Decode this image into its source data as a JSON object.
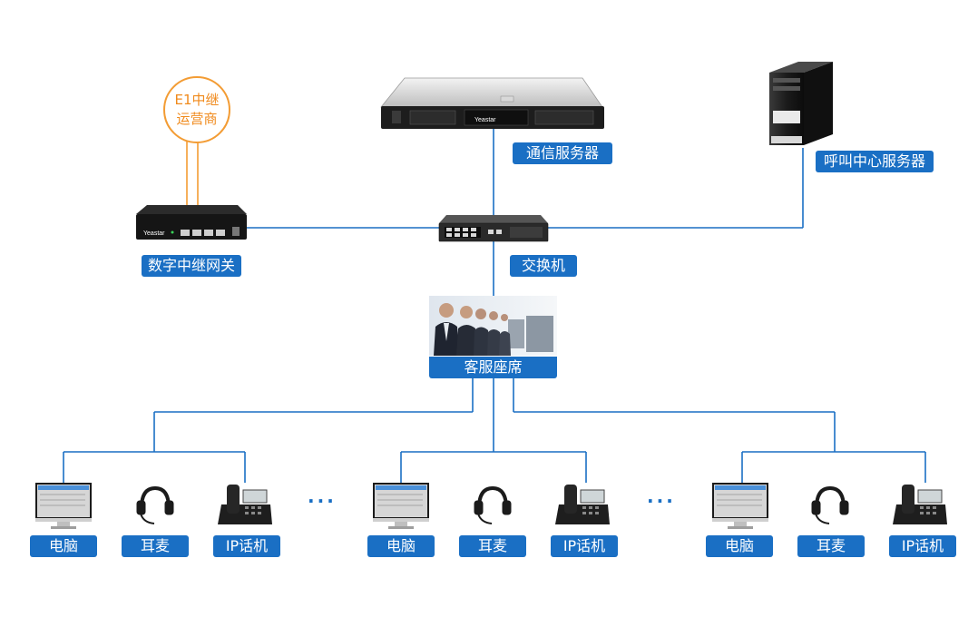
{
  "carrier": {
    "line1": "E1中继",
    "line2": "运营商"
  },
  "devices": {
    "server_brand": "Yeastar",
    "gateway_brand": "Yeastar",
    "comm_server": "通信服务器",
    "callcenter_server": "呼叫中心服务器",
    "trunk_gateway": "数字中继网关",
    "switch": "交换机",
    "agents": "客服座席"
  },
  "groups": [
    {
      "pc": "电脑",
      "headset": "耳麦",
      "phone": "IP话机"
    },
    {
      "pc": "电脑",
      "headset": "耳麦",
      "phone": "IP话机"
    },
    {
      "pc": "电脑",
      "headset": "耳麦",
      "phone": "IP话机"
    }
  ],
  "ellipsis": "···",
  "colors": {
    "line": "#1a6fc4",
    "carrier": "#f39c34",
    "label_bg": "#1a6fc4"
  }
}
